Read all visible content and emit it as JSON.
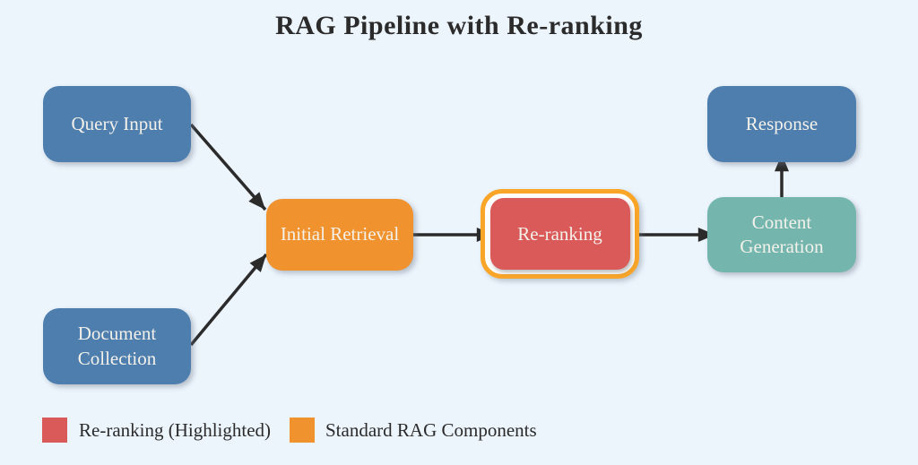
{
  "title": "RAG Pipeline with Re-ranking",
  "colors": {
    "background": "#ecf4fc",
    "node_blue": "#4d7eae",
    "node_orange": "#f0922e",
    "node_red": "#da5a5a",
    "node_teal": "#74b6ae",
    "highlight_ring": "#f8a528",
    "arrow": "#2b2b2b",
    "node_text": "#f4f1ea",
    "dark_text": "#2b2b2b"
  },
  "nodes": [
    {
      "id": "query-input",
      "label": "Query Input",
      "style": "blue"
    },
    {
      "id": "document-collection",
      "label": "Document Collection",
      "style": "blue"
    },
    {
      "id": "initial-retrieval",
      "label": "Initial Retrieval",
      "style": "orange"
    },
    {
      "id": "re-ranking",
      "label": "Re-ranking",
      "style": "red-highlighted"
    },
    {
      "id": "content-generation",
      "label": "Content Generation",
      "style": "teal"
    },
    {
      "id": "response",
      "label": "Response",
      "style": "blue"
    }
  ],
  "edges": [
    {
      "from": "query-input",
      "to": "initial-retrieval"
    },
    {
      "from": "document-collection",
      "to": "initial-retrieval"
    },
    {
      "from": "initial-retrieval",
      "to": "re-ranking"
    },
    {
      "from": "re-ranking",
      "to": "content-generation"
    },
    {
      "from": "content-generation",
      "to": "response"
    }
  ],
  "legend": [
    {
      "swatch_color": "#da5a5a",
      "label": "Re-ranking (Highlighted)"
    },
    {
      "swatch_color": "#f0922e",
      "label": "Standard RAG Components"
    }
  ]
}
